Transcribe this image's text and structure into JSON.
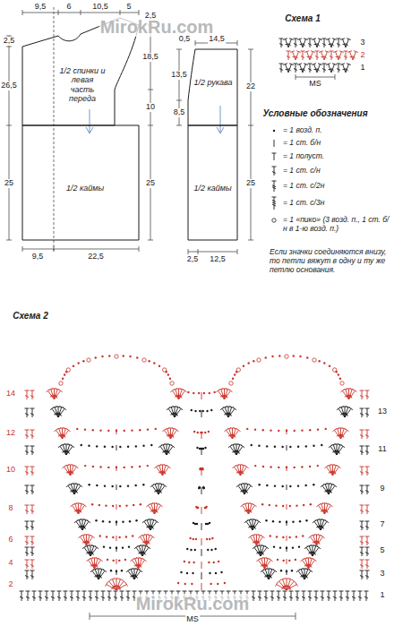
{
  "diagram": {
    "nodes": [
      {
        "text": [
          "1/2 спинки и левая часть переда"
        ]
      },
      {
        "text": [
          "1/2 каймы"
        ]
      },
      {
        "text": [
          "1/2 рукава"
        ]
      },
      {
        "text": [
          "1/2 каймы"
        ]
      }
    ],
    "labels": [
      "MirokRu.com",
      "2,5",
      "9,5",
      "6",
      "10,5",
      "5",
      "2,5",
      "26,5",
      "18,5",
      "10",
      "25",
      "25",
      "9,5",
      "22,5",
      "0,5",
      "14,5",
      "13,5",
      "8,5",
      "22",
      "25",
      "2,5",
      "12,5",
      "Схема 1",
      "3",
      "2",
      "1",
      "MS",
      "Условные обозначения",
      "Если значки соединяются внизу, то петли вяжут в одну и ту же петлю основания.",
      "Схема 2",
      "14",
      "12",
      "10",
      "8",
      "6",
      "4",
      "2",
      "13",
      "11",
      "9",
      "7",
      "5",
      "3",
      "1",
      "MS",
      "MirokRu.com"
    ],
    "legend": [
      {
        "text": "= 1 возд. п."
      },
      {
        "text": "= 1 ст. б/н"
      },
      {
        "text": "= 1 полуст."
      },
      {
        "text": "= 1 ст. с/н"
      },
      {
        "text": "= 1 ст. с/2н"
      },
      {
        "text": "= 1 ст. с/3н"
      },
      {
        "text": "= 1 «пико» (3 возд. п., 1 ст. б/н в 1-ю возд. п.)"
      }
    ]
  }
}
